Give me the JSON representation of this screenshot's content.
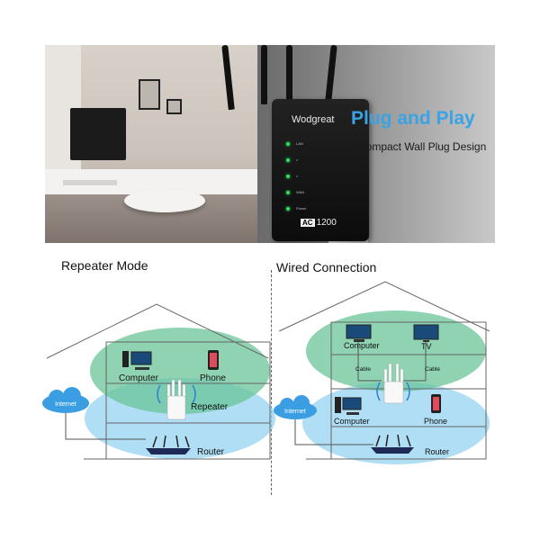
{
  "banner": {
    "title": "Plug and Play",
    "subtitle": "Compact Wall Plug Design",
    "brand": "Wodgreat",
    "model_badge": "AC",
    "model_number": "1200",
    "led_labels": [
      "LAN",
      "",
      "",
      "WAN",
      "Power"
    ]
  },
  "repeater_mode": {
    "title": "Repeater Mode",
    "computer": "Computer",
    "phone": "Phone",
    "repeater": "Repeater",
    "router": "Router",
    "internet": "Internet"
  },
  "wired_connection": {
    "title": "Wired Connection",
    "computer_top": "Computer",
    "tv": "TV",
    "cable_left": "Cable",
    "cable_right": "Cable",
    "computer_bottom": "Computer",
    "phone": "Phone",
    "router": "Router",
    "internet": "Internet"
  },
  "colors": {
    "accent": "#3aa3e6",
    "green_zone": "#69c49a",
    "blue_zone": "#8fd0ef"
  }
}
